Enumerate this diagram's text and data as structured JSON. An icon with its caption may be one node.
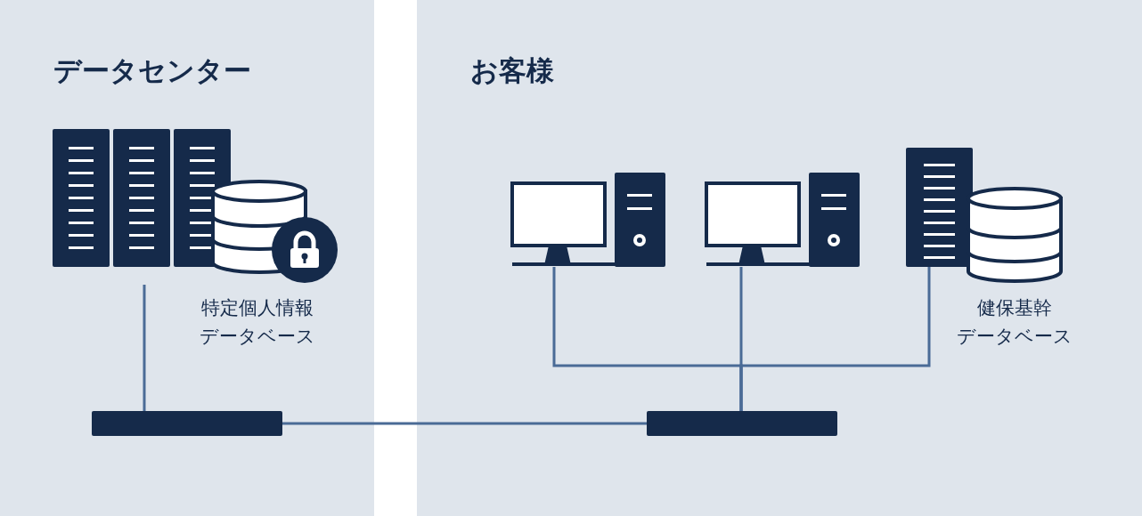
{
  "diagram": {
    "nodes": [
      {
        "text": [
          "データセンター"
        ]
      },
      {
        "text": [
          "お客様"
        ]
      },
      {
        "text": [],
        "shape": "picture",
        "in": 0,
        "beside": [
          "特定個人情報データベース"
        ]
      },
      {
        "text": [],
        "shape": "bar",
        "in": 0
      },
      {
        "text": [],
        "shape": "picture",
        "in": 1
      },
      {
        "text": [],
        "shape": "picture",
        "in": 1
      },
      {
        "text": [],
        "shape": "picture",
        "in": 1,
        "beside": [
          "健保基幹データベース"
        ]
      },
      {
        "text": [],
        "shape": "bar",
        "in": 1
      }
    ],
    "edges": [
      {
        "from": 2,
        "to": 3,
        "arrow": "none"
      },
      {
        "from": 3,
        "to": 7,
        "arrow": "none"
      },
      {
        "from": 4,
        "to": 7,
        "arrow": "none"
      },
      {
        "from": 5,
        "to": 7,
        "arrow": "none"
      },
      {
        "from": 6,
        "to": 7,
        "arrow": "none"
      }
    ]
  }
}
